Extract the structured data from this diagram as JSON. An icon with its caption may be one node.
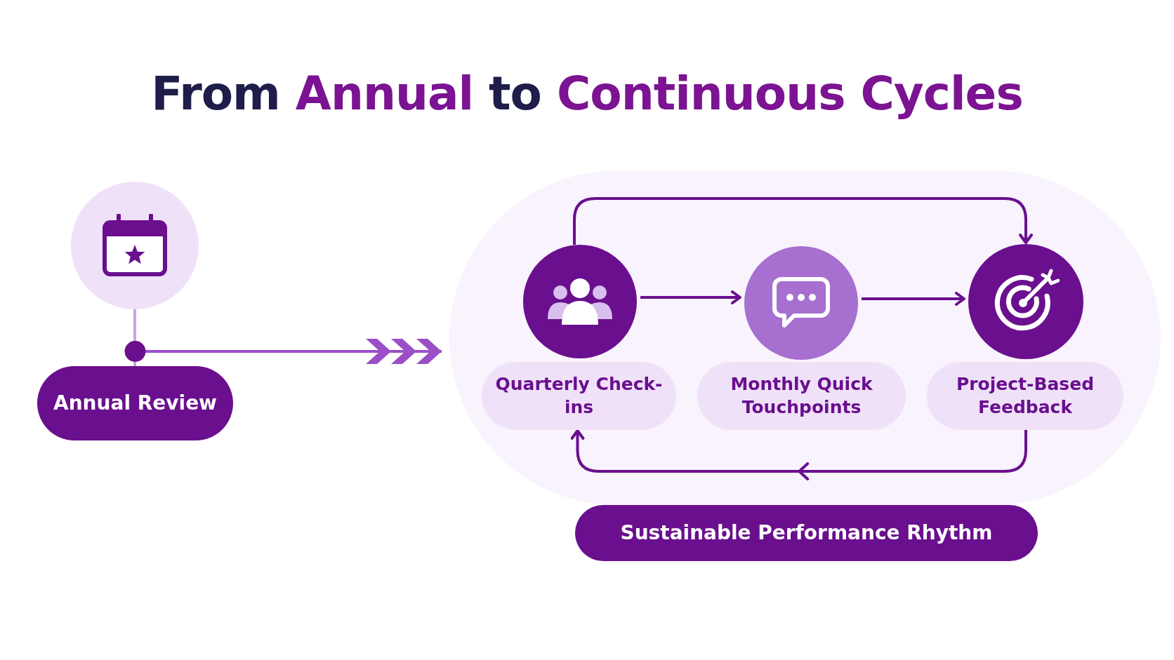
{
  "diagram": {
    "title": "From **Annual** to **Continuous Cycles**",
    "nodes": [
      {
        "text": [],
        "shape": "circle"
      },
      {
        "text": [
          "Annual Review"
        ]
      },
      {
        "text": [],
        "shape": "box"
      },
      {
        "text": [],
        "shape": "circle",
        "in": 2
      },
      {
        "text": [],
        "shape": "circle",
        "in": 2
      },
      {
        "text": [],
        "shape": "circle",
        "in": 2
      },
      {
        "text": [
          "Quarterly Check-ins"
        ],
        "in": 2
      },
      {
        "text": [
          "Monthly Quick Touchpoints"
        ],
        "in": 2
      },
      {
        "text": [
          "Project-Based Feedback"
        ],
        "in": 2
      },
      {
        "text": [
          "Sustainable Performance Rhythm"
        ]
      }
    ],
    "edges": [
      {
        "from": 0,
        "to": 1,
        "arrow": "none",
        "color": "#c9a6e0"
      },
      {
        "from": 1,
        "to": 2,
        "arrow": "to",
        "color": "#9b4fc7"
      },
      {
        "from": 3,
        "to": 4,
        "arrow": "to"
      },
      {
        "from": 4,
        "to": 5,
        "arrow": "to"
      },
      {
        "from": 3,
        "to": 5,
        "arrow": "to"
      },
      {
        "from": 8,
        "to": 6,
        "arrow": "to"
      }
    ]
  }
}
